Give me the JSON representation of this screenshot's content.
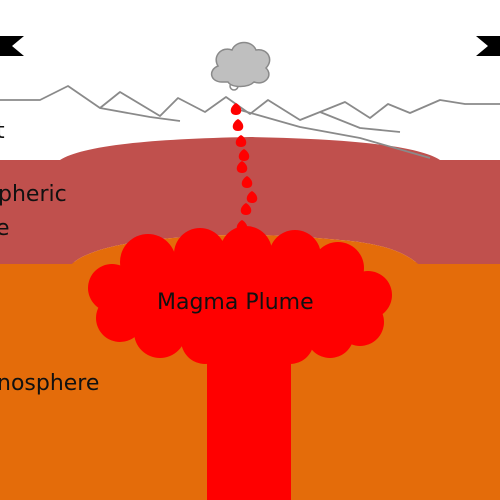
{
  "labels": {
    "crust": "t",
    "lithosphere_line1": "pheric",
    "lithosphere_line2": "e",
    "plume": "Magma Plume",
    "asthenosphere": "nosphere"
  },
  "colors": {
    "background": "#ffffff",
    "lithosphere": "#c0504d",
    "asthenosphere": "#e46c0a",
    "plume": "#ff0000",
    "mountain_stroke": "#8a8a8a",
    "smoke": "#bfbfbf",
    "arrow": "#000000"
  },
  "icons": {
    "left_arrow": "left-pointing-black-arrow-icon",
    "right_arrow": "right-pointing-black-arrow-icon",
    "smoke": "smoke-cloud-icon"
  }
}
